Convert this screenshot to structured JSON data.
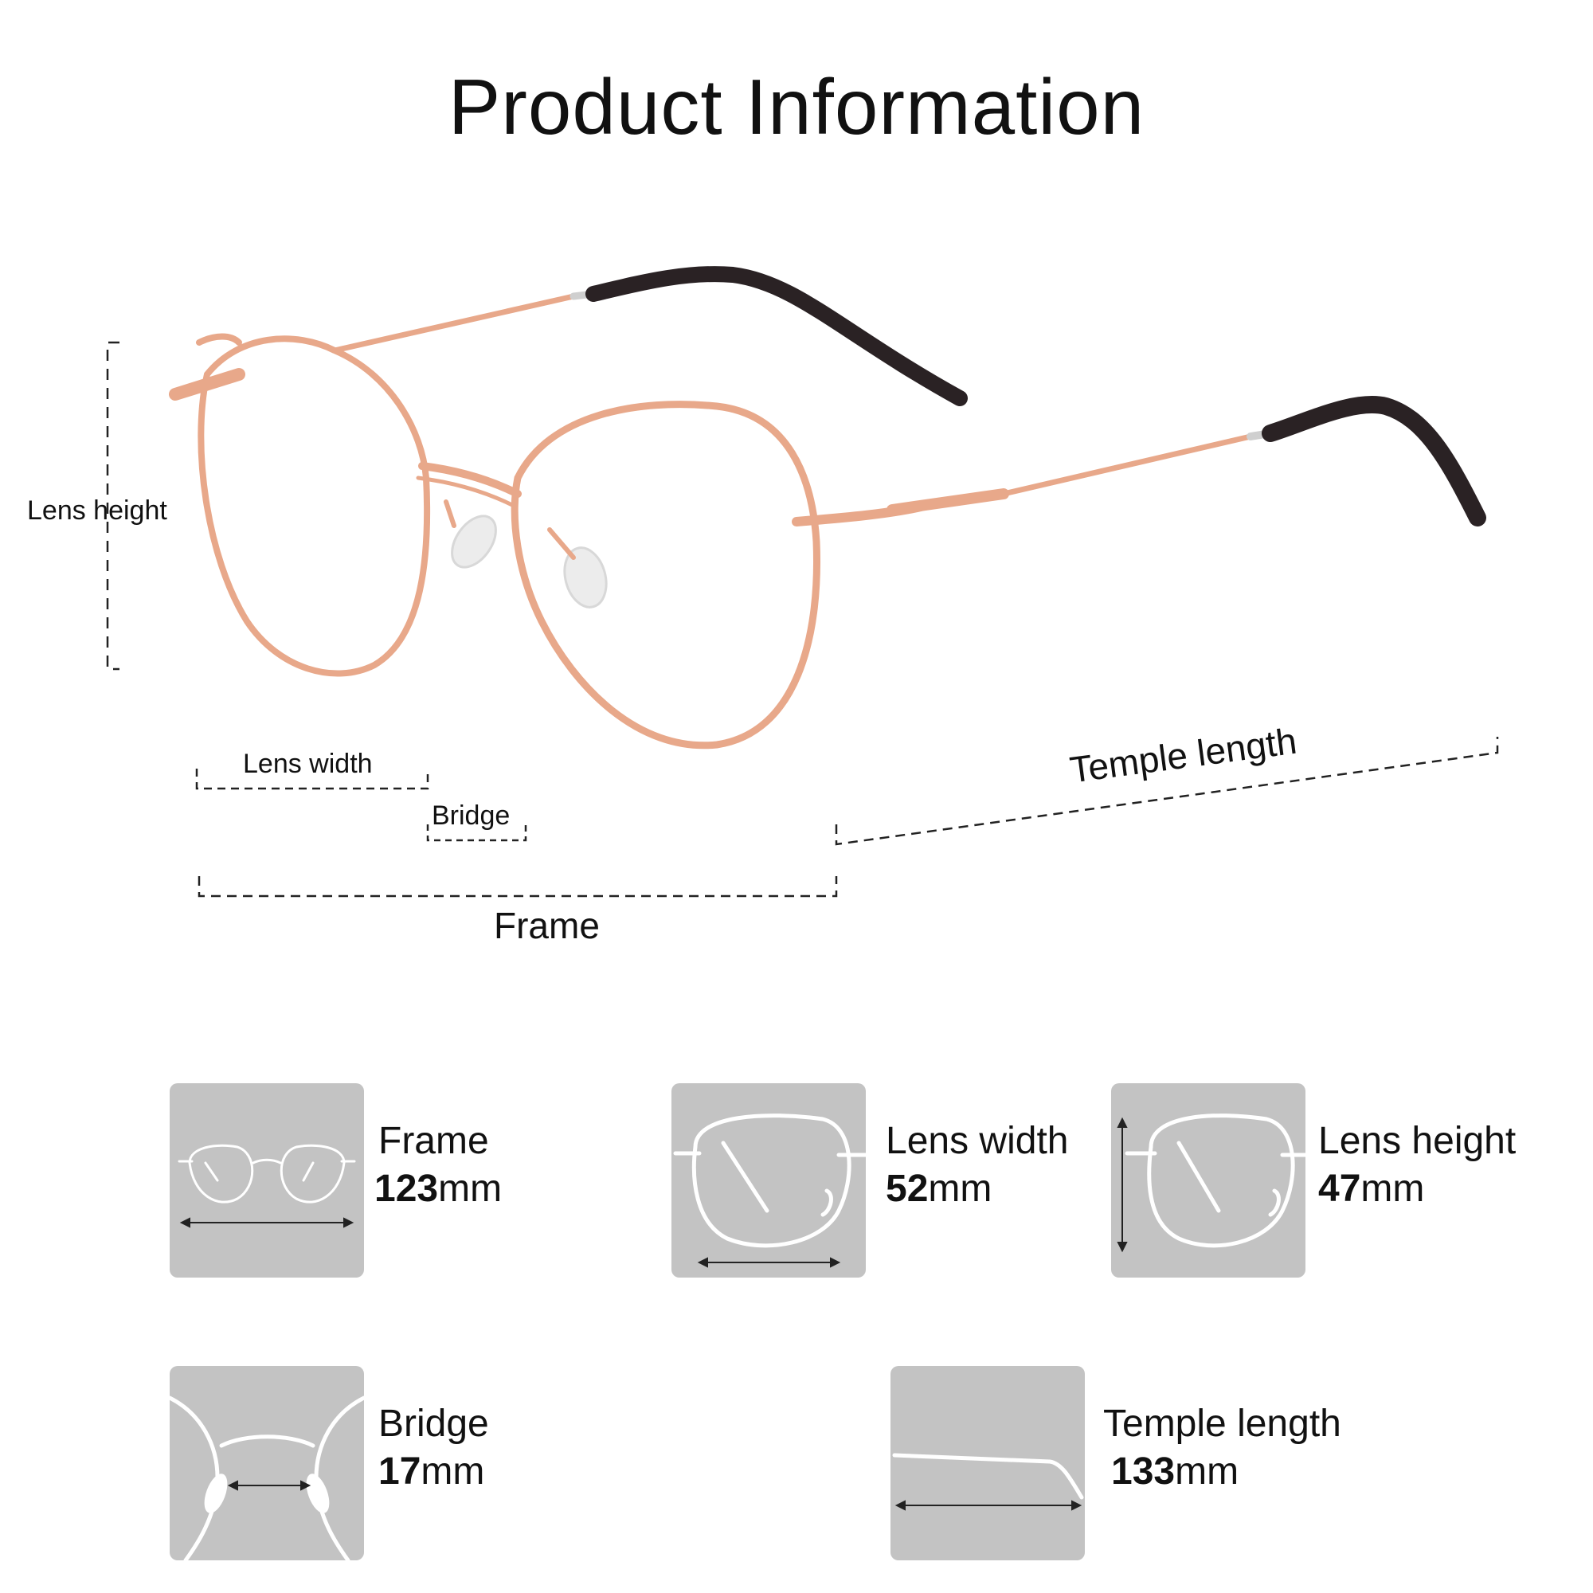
{
  "title": "Product Information",
  "diagram": {
    "lens_height_label": "Lens height",
    "lens_width_label": "Lens width",
    "bridge_label": "Bridge",
    "frame_label": "Frame",
    "temple_length_label": "Temple length",
    "frame_color": "#e8a88a",
    "temple_tip_color": "#2a2224"
  },
  "specs": [
    {
      "name": "Frame",
      "value": "123",
      "unit": "mm",
      "icon": "frame-front-icon"
    },
    {
      "name": "Lens width",
      "value": "52",
      "unit": "mm",
      "icon": "lens-width-icon"
    },
    {
      "name": "Lens height",
      "value": "47",
      "unit": "mm",
      "icon": "lens-height-icon"
    },
    {
      "name": "Bridge",
      "value": "17",
      "unit": "mm",
      "icon": "bridge-icon"
    },
    {
      "name": "Temple length",
      "value": "133",
      "unit": "mm",
      "icon": "temple-icon"
    }
  ],
  "card_color": "#c3c3c3"
}
